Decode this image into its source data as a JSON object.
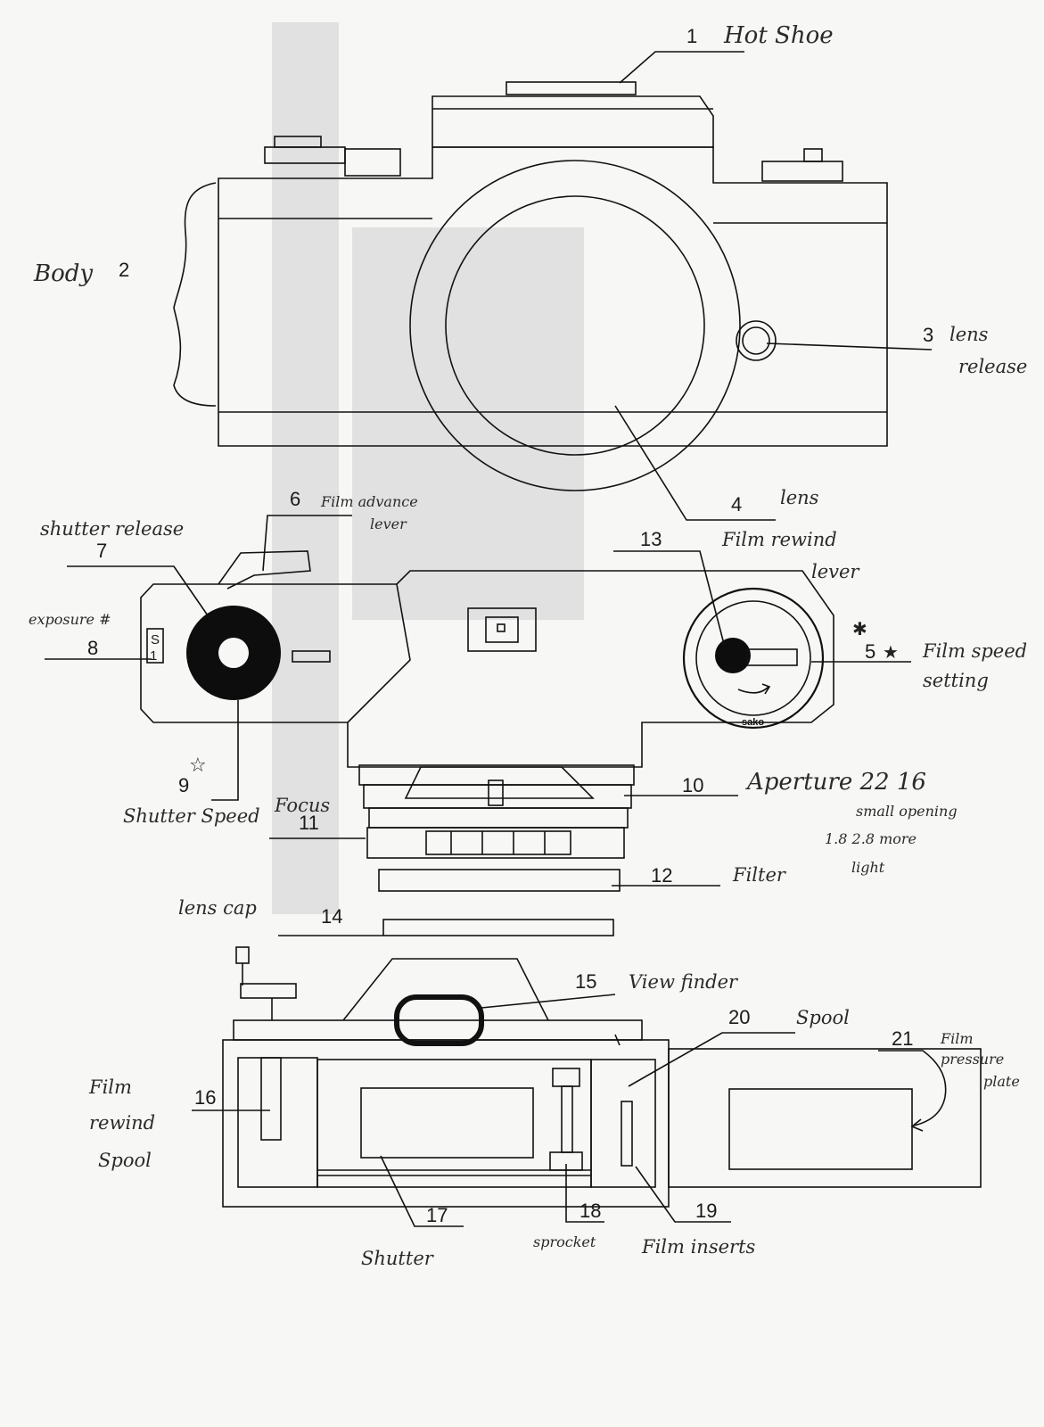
{
  "callouts": {
    "n1": "1",
    "n2": "2",
    "n3": "3",
    "n4": "4",
    "n5": "5",
    "n6": "6",
    "n7": "7",
    "n8": "8",
    "n9": "9",
    "n10": "10",
    "n11": "11",
    "n12": "12",
    "n13": "13",
    "n14": "14",
    "n15": "15",
    "n16": "16",
    "n17": "17",
    "n18": "18",
    "n19": "19",
    "n20": "20",
    "n21": "21"
  },
  "labels": {
    "hot_shoe": "Hot Shoe",
    "body": "Body",
    "lens_release_1": "lens",
    "lens_release_2": "release",
    "lens": "lens",
    "film_advance_1": "Film advance",
    "film_advance_2": "lever",
    "shutter_release": "shutter release",
    "exposure": "exposure #",
    "film_rewind_lever_1": "Film rewind",
    "film_rewind_lever_2": "lever",
    "film_speed_1": "Film speed",
    "film_speed_2": "setting",
    "shutter_speed": "Shutter Speed",
    "aperture": "Aperture 22 16",
    "aperture_note_1": "small opening",
    "aperture_note_2": "1.8 2.8 more",
    "aperture_note_3": "light",
    "focus": "Focus",
    "filter": "Filter",
    "lens_cap": "lens cap",
    "viewfinder": "View finder",
    "spool": "Spool",
    "film_rewind_spool_1": "Film",
    "film_rewind_spool_2": "rewind",
    "film_rewind_spool_3": "Spool",
    "film_pressure_1": "Film",
    "film_pressure_2": "pressure",
    "film_pressure_3": "plate",
    "shutter": "Shutter",
    "sprocket": "sprocket",
    "film_inserts": "Film inserts"
  },
  "dial_text": {
    "counter_top": "S",
    "counter_bottom": "1",
    "brand": "sako"
  }
}
